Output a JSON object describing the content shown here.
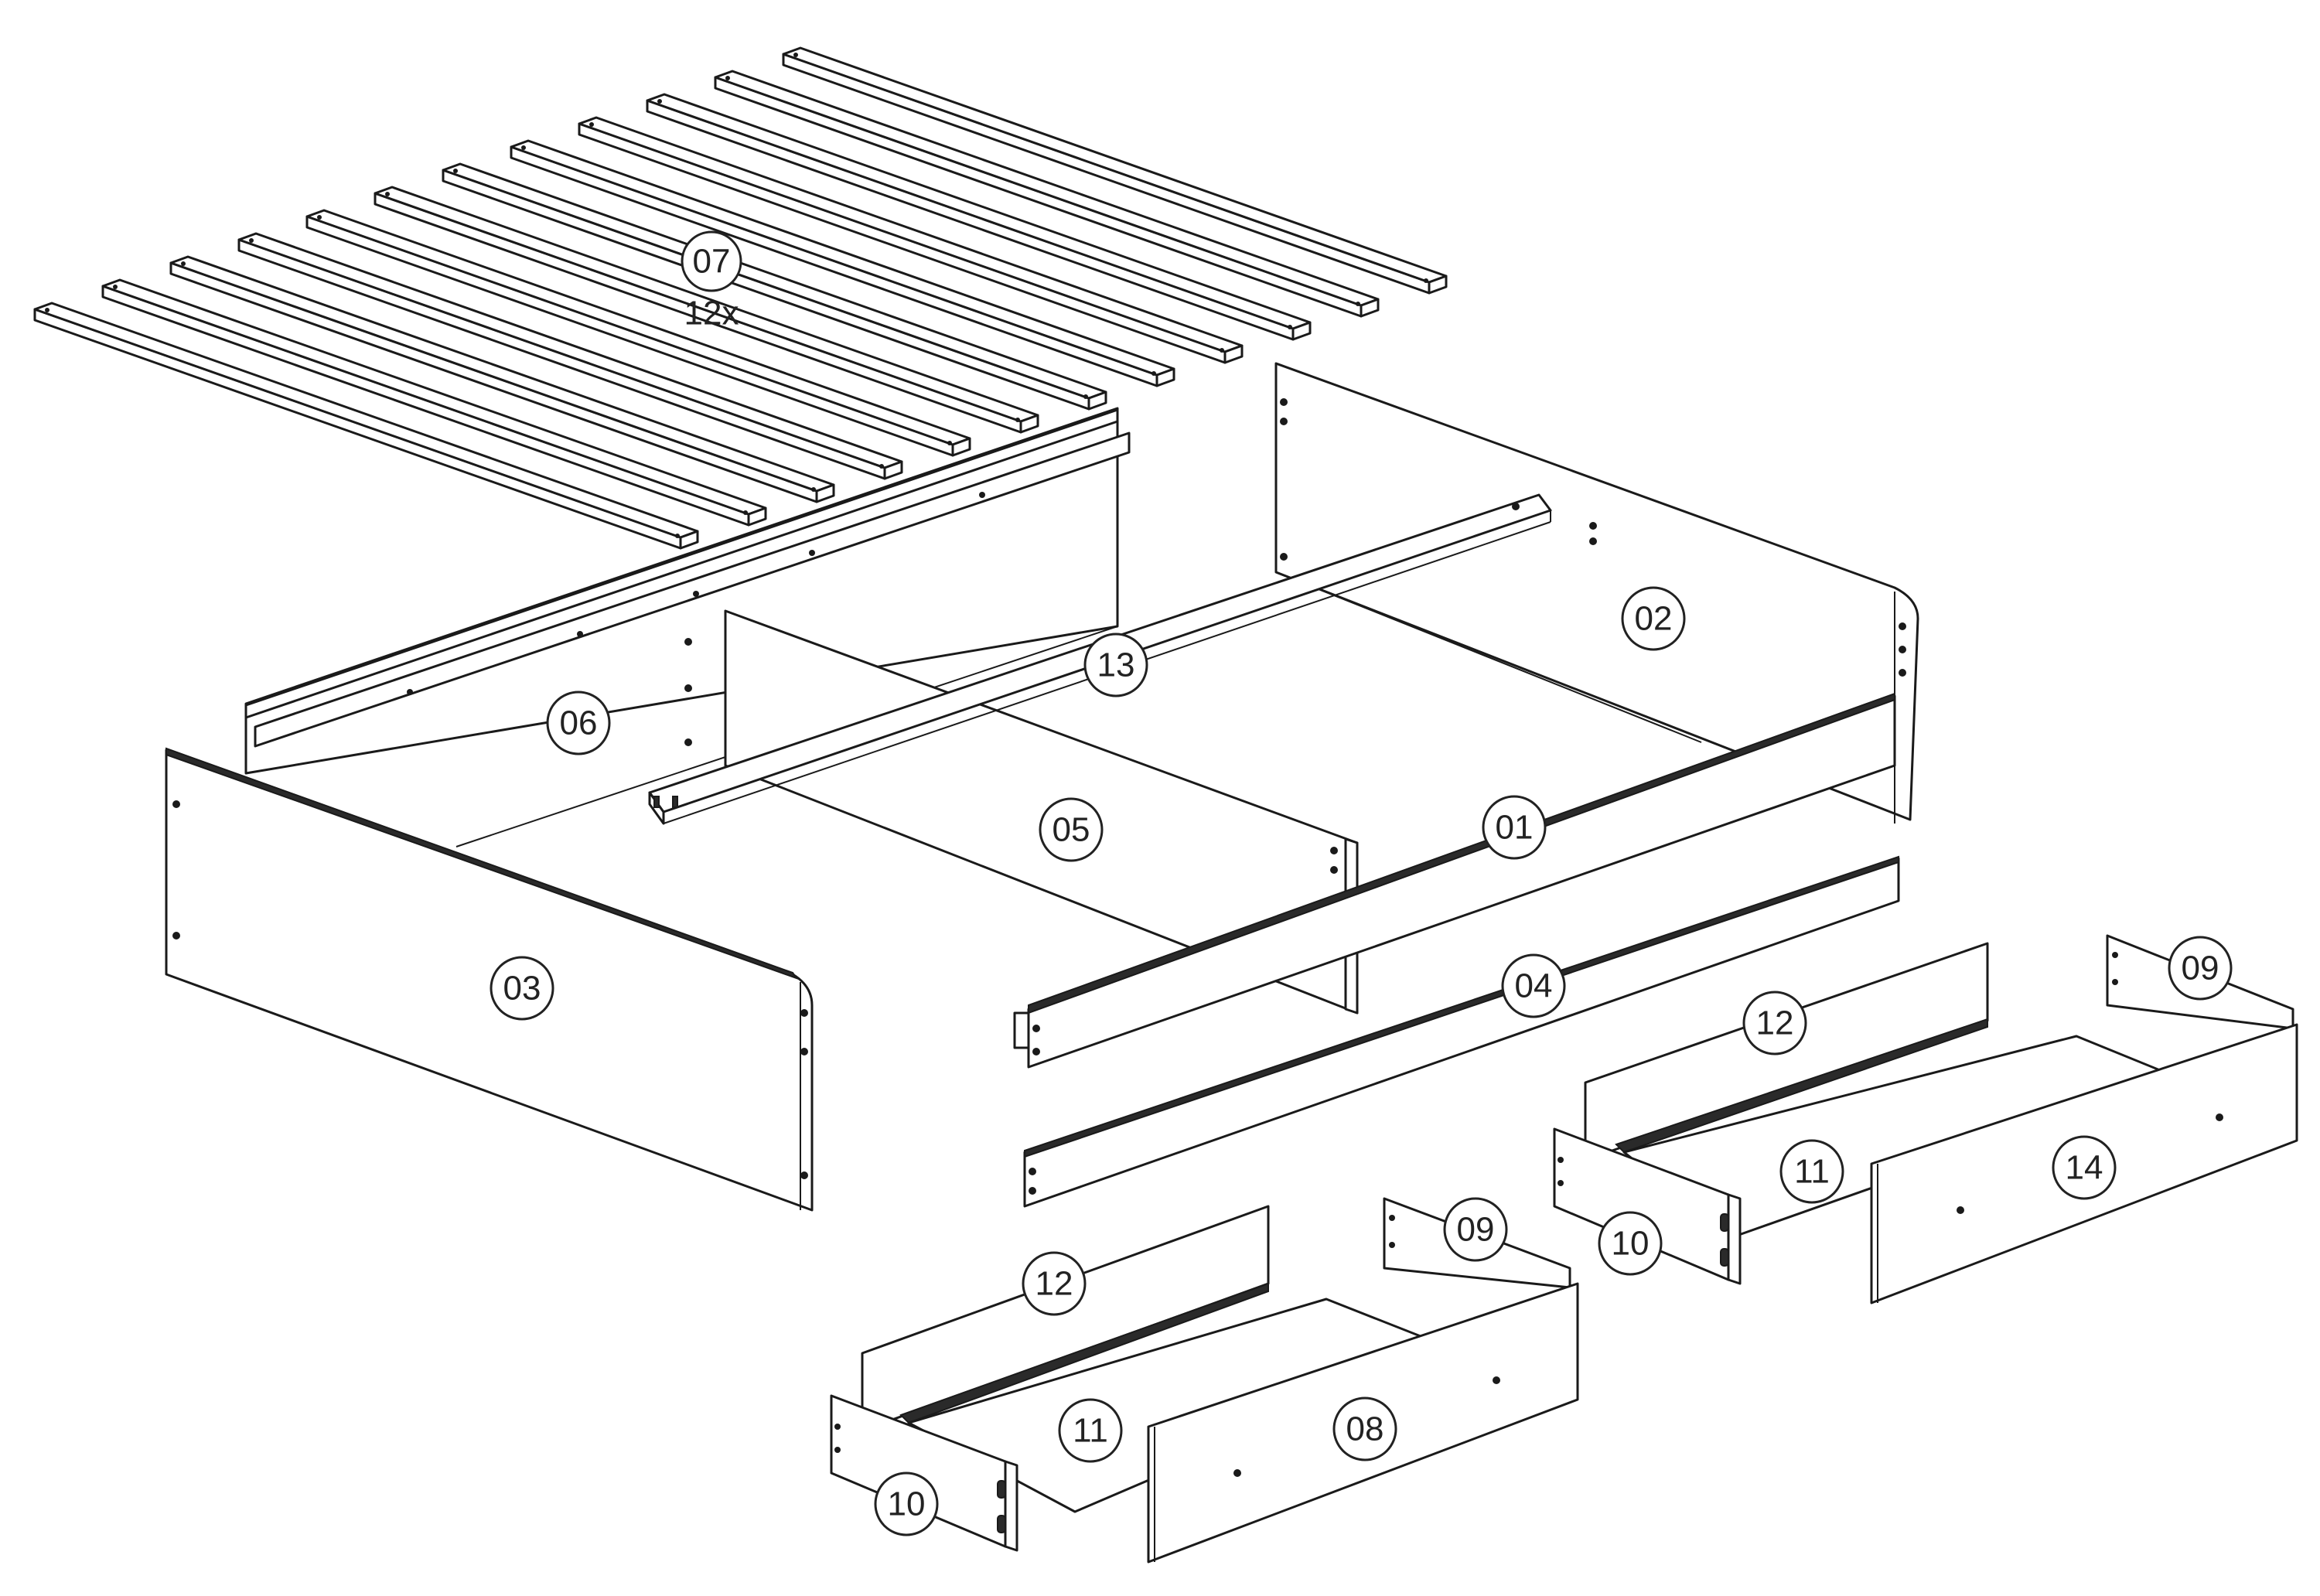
{
  "parts": [
    {
      "id": "07",
      "label": "07",
      "qty": "12x"
    },
    {
      "id": "02",
      "label": "02"
    },
    {
      "id": "13",
      "label": "13"
    },
    {
      "id": "06",
      "label": "06"
    },
    {
      "id": "05",
      "label": "05"
    },
    {
      "id": "01",
      "label": "01"
    },
    {
      "id": "03",
      "label": "03"
    },
    {
      "id": "04",
      "label": "04"
    },
    {
      "id": "12a",
      "label": "12"
    },
    {
      "id": "09a",
      "label": "09"
    },
    {
      "id": "11a",
      "label": "11"
    },
    {
      "id": "14",
      "label": "14"
    },
    {
      "id": "10a",
      "label": "10"
    },
    {
      "id": "12b",
      "label": "12"
    },
    {
      "id": "09b",
      "label": "09"
    },
    {
      "id": "11b",
      "label": "11"
    },
    {
      "id": "08",
      "label": "08"
    },
    {
      "id": "10b",
      "label": "10"
    }
  ]
}
